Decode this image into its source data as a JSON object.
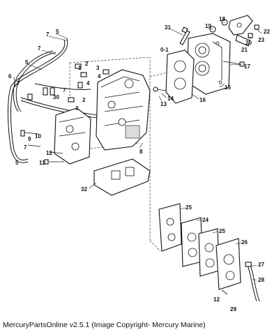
{
  "copyright": "MercuryPartsOnline v2.5.1 (Image Copyright- Mercury Marine)",
  "callouts": {
    "c5a": "5",
    "c7a": "7",
    "c7b": "7",
    "c5b": "5",
    "c6": "6",
    "c7c": "7",
    "c1": "1",
    "c2": "2",
    "c3": "3",
    "c4": "4",
    "c4b": "4",
    "c7d": "7",
    "c30": "30",
    "c2b": "2",
    "c3b": "3",
    "c31": "31",
    "c0_1": "0-1",
    "c19": "19",
    "c18": "18",
    "c20": "20",
    "c21": "21",
    "c22": "22",
    "c23": "23",
    "c17": "17",
    "c15": "15",
    "c16": "16",
    "c14": "14",
    "c13": "13",
    "c10": "10",
    "c9": "9",
    "c7e": "7",
    "c5c": "5",
    "c12": "12",
    "c11": "11",
    "c8": "8",
    "c32": "32",
    "c25a": "25",
    "c24": "24",
    "c25b": "25",
    "c26": "26",
    "c27": "27",
    "c28": "28",
    "c12b": "12",
    "c29": "29"
  }
}
